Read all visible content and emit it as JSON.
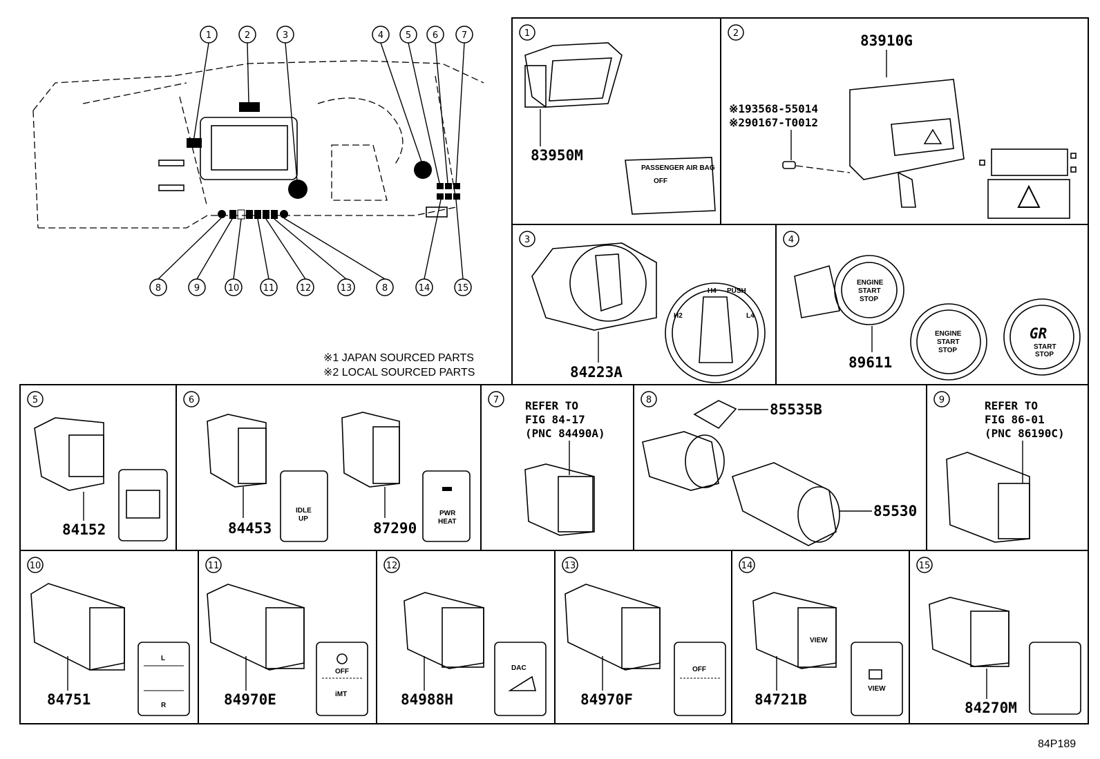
{
  "overview": {
    "top_callouts": [
      "1",
      "2",
      "3",
      "4",
      "5",
      "6",
      "7"
    ],
    "bottom_callouts": [
      "8",
      "9",
      "10",
      "11",
      "12",
      "13",
      "8",
      "14",
      "15"
    ]
  },
  "notes": {
    "note1": "※1 JAPAN SOURCED PARTS",
    "note2": "※2 LOCAL SOURCED PARTS"
  },
  "panels": {
    "p1": {
      "num": "1",
      "part": "83950M",
      "label_title": "PASSENGER AIR BAG",
      "label_off": "OFF"
    },
    "p2": {
      "num": "2",
      "part": "83910G",
      "ref1": "※193568-55014",
      "ref2": "※290167-T0012"
    },
    "p3": {
      "num": "3",
      "part": "84223A",
      "h4": "H4",
      "h2": "H2",
      "l4": "L4",
      "push": "PUSH"
    },
    "p4": {
      "num": "4",
      "part": "89611",
      "engine": "ENGINE",
      "start": "START",
      "stop": "STOP",
      "gr": "GR"
    },
    "p5": {
      "num": "5",
      "part": "84152"
    },
    "p6": {
      "num": "6",
      "part_a": "84453",
      "part_b": "87290",
      "idle": "IDLE",
      "up": "UP",
      "pwr": "PWR",
      "heat": "HEAT"
    },
    "p7": {
      "num": "7",
      "ref1": "REFER TO",
      "ref2": "FIG 84-17",
      "ref3": "(PNC 84490A)"
    },
    "p8": {
      "num": "8",
      "part_a": "85535B",
      "part_b": "85530"
    },
    "p9": {
      "num": "9",
      "ref1": "REFER TO",
      "ref2": "FIG 86-01",
      "ref3": "(PNC 86190C)"
    },
    "p10": {
      "num": "10",
      "part": "84751",
      "l": "L",
      "r": "R"
    },
    "p11": {
      "num": "11",
      "part": "84970E",
      "off": "OFF",
      "imt": "iMT"
    },
    "p12": {
      "num": "12",
      "part": "84988H",
      "dac": "DAC"
    },
    "p13": {
      "num": "13",
      "part": "84970F",
      "off": "OFF"
    },
    "p14": {
      "num": "14",
      "part": "84721B",
      "view": "VIEW"
    },
    "p15": {
      "num": "15",
      "part": "84270M"
    }
  },
  "figure_code": "84P189"
}
